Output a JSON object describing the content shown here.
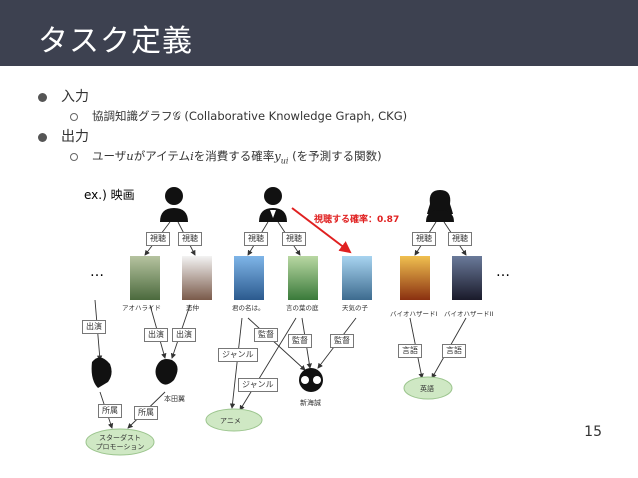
{
  "title": "タスク定義",
  "bullets": [
    {
      "label": "入力",
      "sub": "協調知識グラフ𝒢 (Collaborative Knowledge Graph, CKG)"
    },
    {
      "label": "出力",
      "sub_pre": "ユーザ",
      "sub_u": "u",
      "sub_mid": "がアイテム",
      "sub_i": "i",
      "sub_mid2": "を消費する確率",
      "sub_y": "y",
      "sub_ui": "ui",
      "sub_post": " (を予測する関数)"
    }
  ],
  "diagram": {
    "example_label": "ex.) 映画",
    "watch_prob": "視聴する確率：0.87",
    "ellipsis": "…",
    "relations": {
      "watch": "視聴",
      "cast": "出演",
      "belong": "所属",
      "director": "監督",
      "genre": "ジャンル",
      "language": "言語"
    },
    "movies": [
      "アオハライド",
      "恋仲",
      "君の名は。",
      "言の葉の庭",
      "天気の子",
      "バイオハザードI",
      "バイオハザードII"
    ],
    "people": [
      "本田翼",
      "新海誠"
    ],
    "entities": [
      "スターダスト\nプロモーション",
      "アニメ",
      "英語"
    ],
    "colors": {
      "header": "#3d4150",
      "entity_fill": "#cfe8c4",
      "entity_stroke": "#9cc58e",
      "highlight": "#e02020"
    }
  },
  "page_number": "15"
}
